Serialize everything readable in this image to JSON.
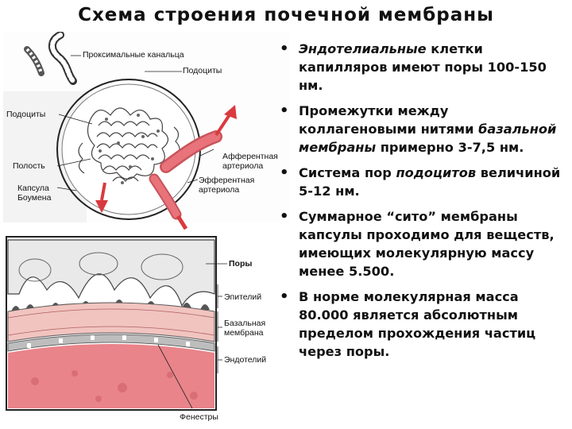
{
  "title": "Схема строения почечной мембраны",
  "figure_top_labels": {
    "proximal_tubules": "Проксимальные канальца",
    "podocytes_right": "Подоциты",
    "podocytes_left": "Подоциты",
    "cavity": "Полость",
    "capsule_line1": "Капсула",
    "capsule_line2": "Боумена",
    "afferent_line1": "Афферентная",
    "afferent_line2": "артериола",
    "efferent_line1": "Эфферентная",
    "efferent_line2": "артериола"
  },
  "figure_bottom_labels": {
    "pores": "Поры",
    "epithelium": "Эпителий",
    "basal_line1": "Базальная",
    "basal_line2": "мембрана",
    "endothelium": "Эндотелий",
    "fenestrae": "Фенестры"
  },
  "bullets": [
    {
      "em": "Эндотелиальные",
      "text": " клетки капилляров имеют поры 100-150 нм."
    },
    {
      "pre": "Промежутки между коллагеновыми нитями ",
      "em": "базальной мембраны",
      "post": " примерно 3-7,5 нм."
    },
    {
      "pre": "Система пор ",
      "em": "подоцитов",
      "post": " величиной 5-12 нм."
    },
    {
      "text": "Суммарное “сито” мембраны капсулы проходимо для веществ, имеющих молекулярную массу менее 5.500."
    },
    {
      "text": "В норме молекулярная масса 80.000 является абсолютным пределом прохождения частиц через поры."
    }
  ],
  "colors": {
    "arteriole": "#e8737a",
    "arrow": "#d93a3f",
    "basal": "#f1c4c0",
    "lumen": "#e9848a"
  }
}
